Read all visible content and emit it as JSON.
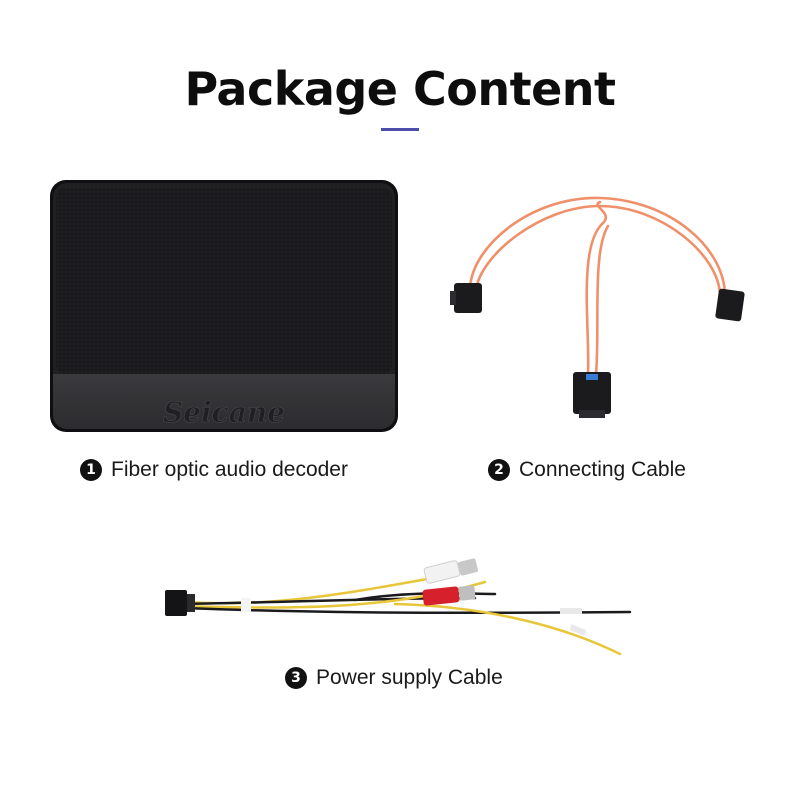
{
  "title": "Package Content",
  "items": [
    {
      "number": "1",
      "label": "Fiber optic audio decoder",
      "brand": "Seicane"
    },
    {
      "number": "2",
      "label": "Connecting Cable"
    },
    {
      "number": "3",
      "label": "Power supply Cable"
    }
  ],
  "colors": {
    "accent": "#4e4fa8",
    "fiber": "#f0906a",
    "device": "#1c1c1f"
  }
}
